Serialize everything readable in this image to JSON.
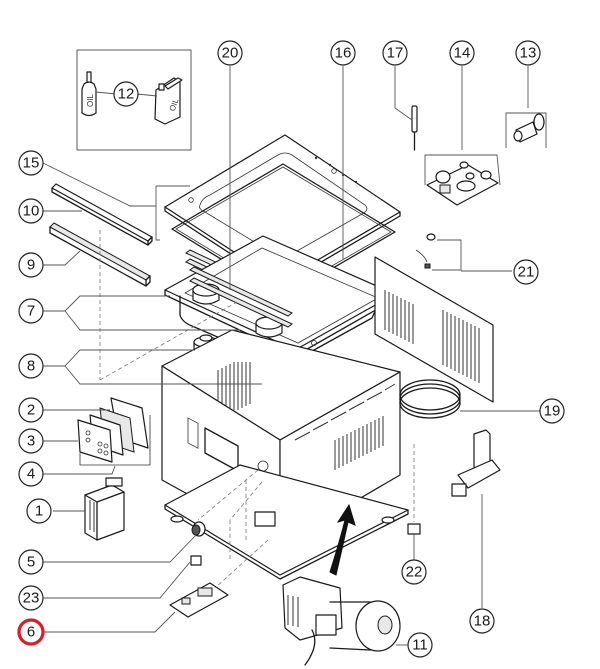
{
  "diagram": {
    "type": "exploded-parts-view",
    "subject": "vacuum packaging machine",
    "highlight_color": "#d61f26",
    "line_color": "#1a1a1a",
    "highlighted_part": "6",
    "callouts": [
      {
        "id": "c1",
        "label": "1",
        "part": "transformer"
      },
      {
        "id": "c2",
        "label": "2",
        "part": "control-board-frame"
      },
      {
        "id": "c3",
        "label": "3",
        "part": "keypad-overlay"
      },
      {
        "id": "c4",
        "label": "4",
        "part": "control-panel-assembly"
      },
      {
        "id": "c5",
        "label": "5",
        "part": "caster-wheel"
      },
      {
        "id": "c6",
        "label": "6",
        "part": "power-circuit-board",
        "highlighted": true
      },
      {
        "id": "c7",
        "label": "7",
        "part": "chamber-tray"
      },
      {
        "id": "c8",
        "label": "8",
        "part": "sealing-bar-cylinders"
      },
      {
        "id": "c9",
        "label": "9",
        "part": "silicone-counter-bar"
      },
      {
        "id": "c10",
        "label": "10",
        "part": "sealing-bar"
      },
      {
        "id": "c11",
        "label": "11",
        "part": "vacuum-pump"
      },
      {
        "id": "c12",
        "label": "12",
        "part": "pump-oil"
      },
      {
        "id": "c13",
        "label": "13",
        "part": "lid-buffer"
      },
      {
        "id": "c14",
        "label": "14",
        "part": "valve-repair-kit"
      },
      {
        "id": "c15",
        "label": "15",
        "part": "lid-gasket"
      },
      {
        "id": "c16",
        "label": "16",
        "part": "lid"
      },
      {
        "id": "c17",
        "label": "17",
        "part": "gas-spring"
      },
      {
        "id": "c18",
        "label": "18",
        "part": "solenoid-valve"
      },
      {
        "id": "c19",
        "label": "19",
        "part": "hose"
      },
      {
        "id": "c20",
        "label": "20",
        "part": "heating-wire"
      },
      {
        "id": "c21",
        "label": "21",
        "part": "sensor-cable"
      },
      {
        "id": "c22",
        "label": "22",
        "part": "microswitch"
      },
      {
        "id": "c23",
        "label": "23",
        "part": "power-switch"
      }
    ],
    "oil_labels": {
      "bottle": "OIL",
      "canister": "OIL"
    }
  }
}
